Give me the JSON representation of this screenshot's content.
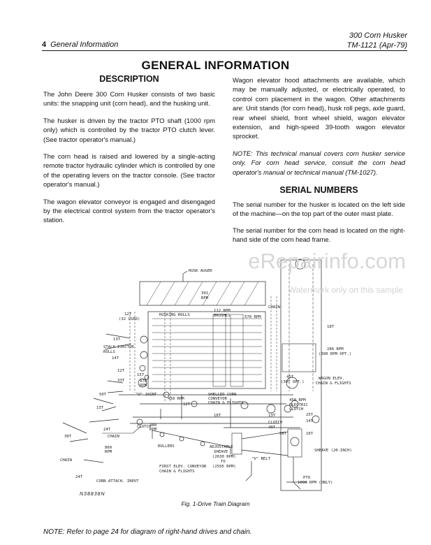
{
  "header": {
    "title_line1": "300 Corn Husker",
    "title_line2": "TM-1121   (Apr-79)",
    "page_number": "4",
    "section": "General Information"
  },
  "main_title": "GENERAL INFORMATION",
  "left_column": {
    "heading": "DESCRIPTION",
    "paragraphs": [
      "The John Deere 300 Corn Husker consists of two basic units: the snapping unit (corn head), and the husking unit.",
      "The husker is driven by the tractor PTO shaft (1000 rpm only) which is controlled by the tractor PTO clutch lever. (See tractor operator's manual.)",
      "The corn head is raised and lowered by a single-acting remote tractor hydraulic cylinder which is controlled by one of the operating levers on the tractor console. (See tractor operator's manual.)",
      "The wagon elevator conveyor is engaged and disengaged by the electrical control system from the tractor operator's station."
    ]
  },
  "right_column": {
    "paragraphs": [
      "Wagon elevator hood attachments are available, which may be manually adjusted, or electrically operated, to control corn placement in the wagon. Other attachments are: Unit stands (for corn head), husk roll pegs, axle guard, rear wheel shield, front wheel shield, wagon elevator extension, and high-speed 39-tooth wagon elevator sprocket.",
      "NOTE: This technical manual covers corn husker service only. For corn head service, consult the corn head operator's manual or technical manual (TM-1027)."
    ],
    "heading": "SERIAL NUMBERS",
    "serial_paragraphs": [
      "The serial number for the husker is located on the left side of the machine—on the top part of the outer mast plate.",
      "The serial number for the corn head is located on the right-hand side of the corn head frame."
    ]
  },
  "watermark": {
    "main": "eRepairinfo.com",
    "sub": "Watermark only on this sample"
  },
  "diagram": {
    "labels": {
      "husk_auger": "HUSK AUGER",
      "rpm_391": "391",
      "rpm_unit": "RPM",
      "husking_rolls": "HUSKING ROLLS",
      "n127_32": "127",
      "used_32": "(32 USED)",
      "brushes_rpm": "112 RPM",
      "brushes": "BRUSHES",
      "rpm_570": "570 RPM",
      "chain_top": "CHAIN",
      "n13t_a": "13T",
      "stalk_ejector": "STALK EJECTOR",
      "rolls": "ROLLS",
      "n14t": "14T",
      "n12t_a": "12T",
      "n33t": "33T",
      "n15t": "15T",
      "rpm_970": "970",
      "rpm_970u": "RPM",
      "u_joint": "\"U\" JOINT",
      "rpm_458": "458 RPM",
      "shelled_corn": "SHELLED CORN",
      "conveyor": "CONVEYOR",
      "chain_flights": "CHAIN & FLIGHTS",
      "n50t": "50T",
      "n13t_b": "13T",
      "n12t_b": "12T",
      "n18t_top": "18T",
      "n13t_c": "13T",
      "clutch": "CLUTCH",
      "rpm_380": "380",
      "rpm_380u": "RPM",
      "n24t": "24T",
      "chain_mid": "CHAIN",
      "n30t": "30T",
      "chain_left": "CHAIN",
      "rpm_860": "860",
      "rpm_860u": "RPM",
      "rollers": "ROLLERS",
      "n18t_wagon": "18T",
      "rpm_286": "286 RPM",
      "opt_300": "(300 RPM OPT.)",
      "n45t": "45T",
      "opt_39t": "(39T OPT.)",
      "wagon_elev": "WAGON ELEV.",
      "chain_flights2": "CHAIN & FLIGHTS",
      "rpm_450": "450 RPM",
      "elec_clutch": "ELECTRIC",
      "elec_clutch2": "CLUTCH",
      "n25t": "25T",
      "n14t_b": "14T",
      "clutch2": "CLUTCH",
      "n40t": "40T",
      "n56t": "56T",
      "n16t": "16T",
      "adj_sheave": "ADJUSTABLE",
      "sheave": "SHEAVE",
      "rpm_2630": "(2630 RPM)",
      "to": "TO",
      "rpm_2595": "(2595 RPM)",
      "v_belt": "\"V\" BELT",
      "sheave_20": "SHEAVE (20-INCH)",
      "first_elev": "FIRST ELEV. CONVEYOR",
      "chain_flights3": "CHAIN & FLIGHTS",
      "n24t_b": "24T",
      "corn_attach": "CORN ATTACH. INPUT",
      "pto": "PTO",
      "pto_rpm": "1000 RPM (ONLY)"
    }
  },
  "figure_code": "N38838N",
  "caption": "Fig. 1-Drive Train Diagram",
  "footnote": "NOTE: Refer to page 24 for diagram of right-hand drives and chain."
}
